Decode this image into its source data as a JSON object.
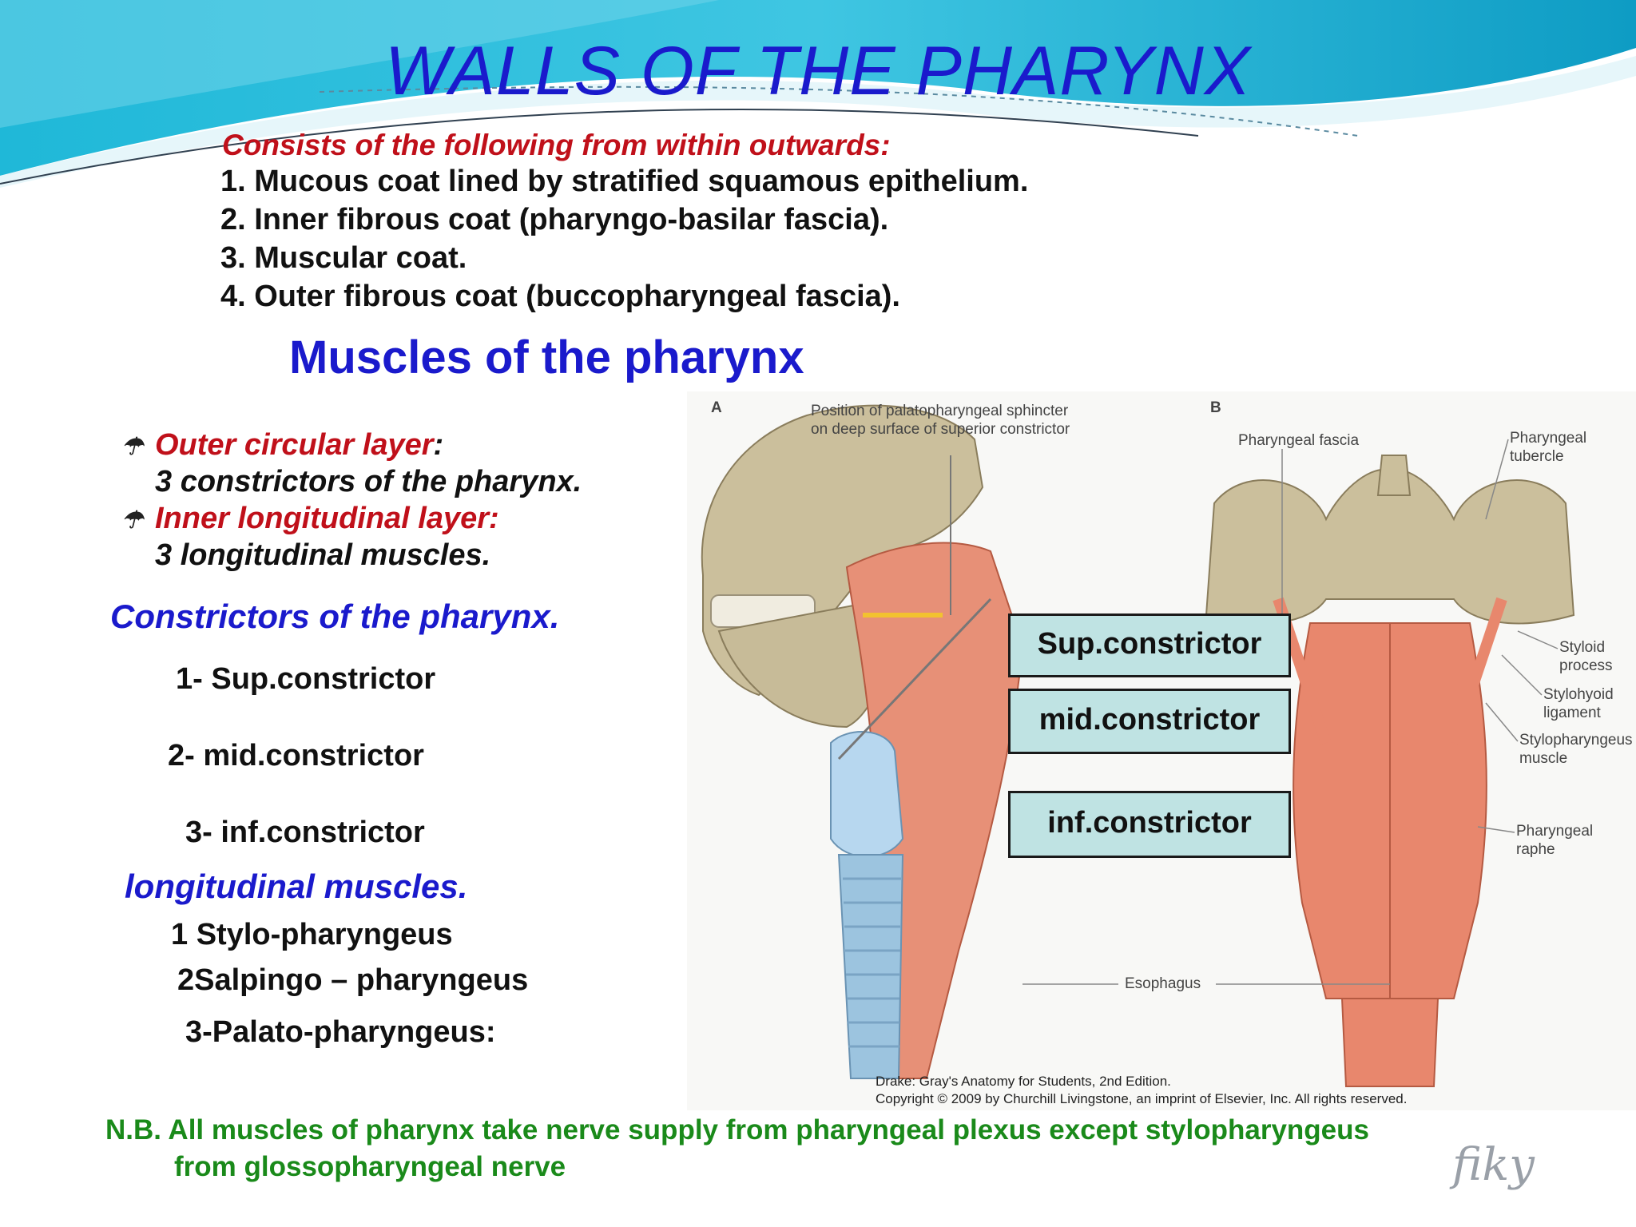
{
  "title": "WALLS OF THE PHARYNX",
  "walls": {
    "intro": "Consists of the following from within outwards:",
    "items": [
      "1. Mucous coat lined by stratified squamous epithelium.",
      "2. Inner fibrous coat (pharyngo-basilar fascia).",
      "3. Muscular coat.",
      "4. Outer fibrous coat (buccopharyngeal fascia)."
    ]
  },
  "muscles_heading": "Muscles of the pharynx",
  "layers": {
    "outer_label": "Outer circular layer",
    "outer_colon": ":",
    "outer_desc": "3 constrictors of the pharynx.",
    "inner_label": "Inner longitudinal layer:",
    "inner_desc": "3 longitudinal muscles."
  },
  "constrictors": {
    "heading": "Constrictors of the pharynx.",
    "items": [
      "1- Sup.constrictor",
      "2- mid.constrictor",
      "3- inf.constrictor"
    ]
  },
  "longitudinal": {
    "heading": "longitudinal muscles.",
    "items": [
      "1 Stylo-pharyngeus",
      "2Salpingo – pharyngeus",
      "3-Palato-pharyngeus:"
    ]
  },
  "figure": {
    "panel_a": "A",
    "panel_b": "B",
    "label_position_1": "Position of palatopharyngeal sphincter",
    "label_position_2": "on deep surface of superior constrictor",
    "label_fascia": "Pharyngeal fascia",
    "label_tubercle_1": "Pharyngeal",
    "label_tubercle_2": "tubercle",
    "label_styloid_1": "Styloid",
    "label_styloid_2": "process",
    "label_stylohyoid_1": "Stylohyoid",
    "label_stylohyoid_2": "ligament",
    "label_stylopharyngeus_1": "Stylopharyngeus",
    "label_stylopharyngeus_2": "muscle",
    "label_raphe_1": "Pharyngeal",
    "label_raphe_2": "raphe",
    "label_esophagus": "Esophagus",
    "box_sup": "Sup.constrictor",
    "box_mid": "mid.constrictor",
    "box_inf": "inf.constrictor",
    "credit_1": "Drake: Gray's Anatomy for Students, 2nd Edition.",
    "credit_2": "Copyright © 2009 by Churchill Livingstone, an imprint of Elsevier, Inc. All rights reserved."
  },
  "note": {
    "line1": "N.B. All muscles of pharynx take nerve supply from pharyngeal plexus except stylopharyngeus",
    "line2": "from glossopharyngeal nerve"
  },
  "logo": "fiky",
  "colors": {
    "title_blue": "#1a1acc",
    "red": "#c0101a",
    "green": "#1a8a1a",
    "box_fill": "#bfe3e3"
  }
}
